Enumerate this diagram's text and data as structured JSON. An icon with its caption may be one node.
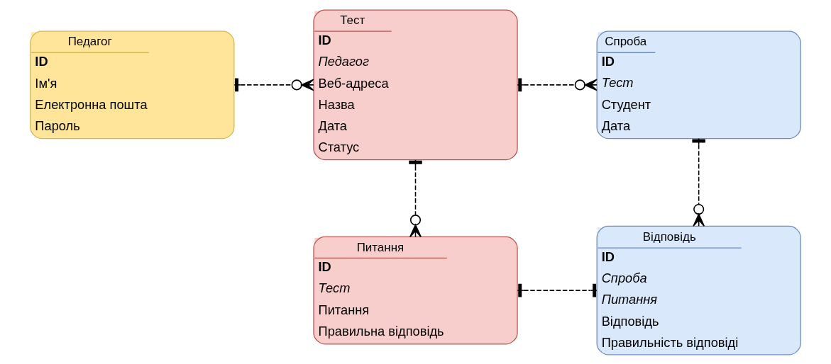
{
  "diagram": {
    "nodes": [
      {
        "text": [
          "Педагог",
          "ID",
          "Ім'я",
          "Електронна пошта",
          "Пароль"
        ]
      },
      {
        "text": [
          "Тест",
          "ID",
          "Педагог",
          "Веб-адреса",
          "Назва",
          "Дата",
          "Статус"
        ]
      },
      {
        "text": [
          "Спроба",
          "ID",
          "Тест",
          "Студент",
          "Дата"
        ]
      },
      {
        "text": [
          "Питання",
          "ID",
          "Тест",
          "Питання",
          "Правильна відповідь"
        ]
      },
      {
        "text": [
          "Відповідь",
          "ID",
          "Спроба",
          "Питання",
          "Відповідь",
          "Правильність відповіді"
        ]
      }
    ],
    "edges": [
      {
        "from": 0,
        "to": 1,
        "arrow": "other",
        "style": "dashed"
      },
      {
        "from": 1,
        "to": 2,
        "arrow": "other",
        "style": "dashed"
      },
      {
        "from": 1,
        "to": 3,
        "arrow": "other",
        "style": "dashed"
      },
      {
        "from": 2,
        "to": 4,
        "arrow": "other",
        "style": "dashed"
      },
      {
        "from": 3,
        "to": 4,
        "arrow": "other",
        "style": "dashed"
      }
    ]
  }
}
